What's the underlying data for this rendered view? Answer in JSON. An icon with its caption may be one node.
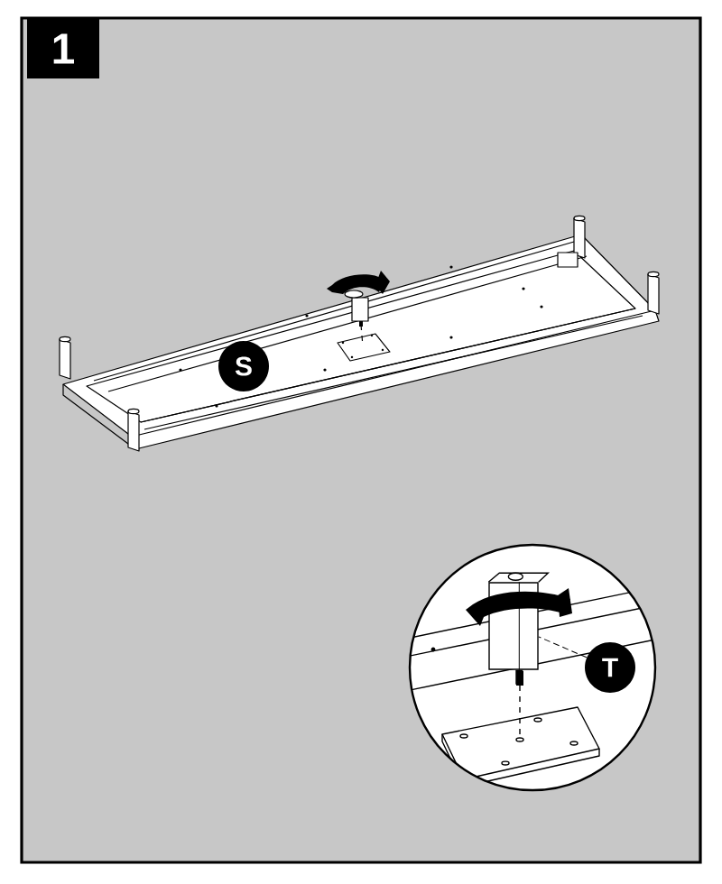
{
  "diagram": {
    "nodes": [
      {
        "text": [
          "1"
        ]
      },
      {
        "text": [
          "S"
        ]
      },
      {
        "text": [
          "T"
        ]
      },
      {
        "text": [],
        "shape": "box"
      }
    ],
    "edges": [
      {
        "from": 2,
        "to": 3,
        "arrow": "none",
        "style": "dashed"
      }
    ]
  }
}
